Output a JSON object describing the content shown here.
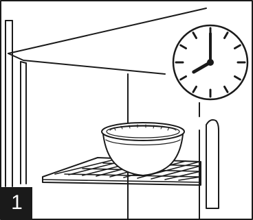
{
  "illustration": {
    "step_number": "1",
    "ink_color": "#1a1a1a",
    "background_color": "#ffffff",
    "clock": {
      "icon": "clock-icon",
      "hour_hand_reading": 8,
      "minute_hand_reading": 0
    },
    "objects": [
      "refrigerator-interior",
      "wire-shelf",
      "bowl",
      "wall-clock"
    ]
  }
}
